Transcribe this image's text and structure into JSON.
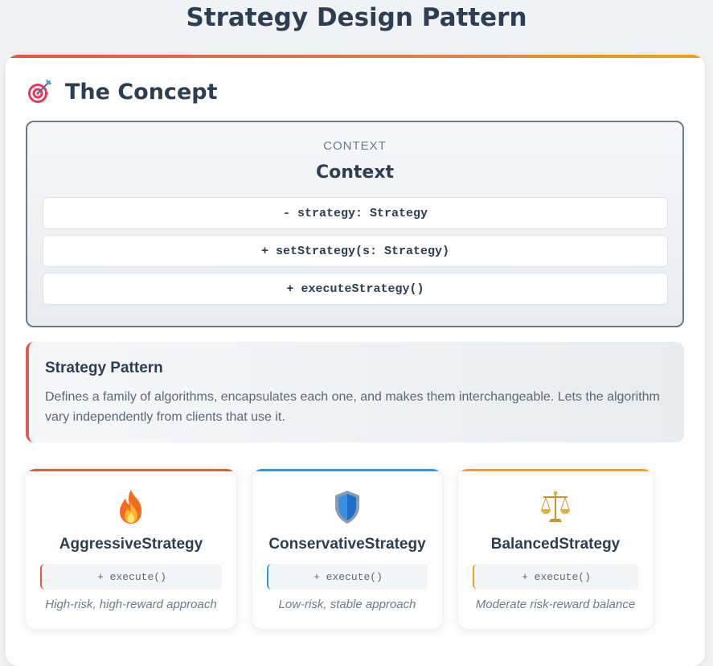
{
  "page": {
    "title": "Strategy Design Pattern"
  },
  "concept": {
    "icon": "target-icon",
    "title": "The Concept"
  },
  "context": {
    "stereotype": "CONTEXT",
    "name": "Context",
    "members": [
      "- strategy: Strategy",
      "+ setStrategy(s: Strategy)",
      "+ executeStrategy()"
    ]
  },
  "note": {
    "title": "Strategy Pattern",
    "description": "Defines a family of algorithms, encapsulates each one, and makes them interchangeable. Lets the algorithm vary independently from clients that use it.",
    "accent_color": "#e05a4f"
  },
  "strategies": [
    {
      "icon": "fire-icon",
      "name": "AggressiveStrategy",
      "method": "+ execute()",
      "description": "High-risk, high-reward approach",
      "color": "#e05a3c"
    },
    {
      "icon": "shield-icon",
      "name": "ConservativeStrategy",
      "method": "+ execute()",
      "description": "Low-risk, stable approach",
      "color": "#3498db"
    },
    {
      "icon": "scales-icon",
      "name": "BalancedStrategy",
      "method": "+ execute()",
      "description": "Moderate risk-reward balance",
      "color": "#f0a020"
    }
  ]
}
